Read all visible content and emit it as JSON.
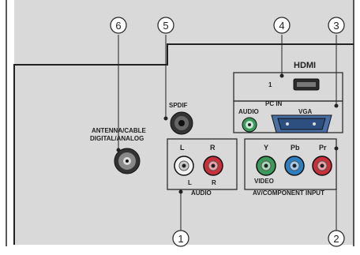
{
  "callouts": {
    "n1": "1",
    "n2": "2",
    "n3": "3",
    "n4": "4",
    "n5": "5",
    "n6": "6"
  },
  "labels": {
    "hdmi": "HDMI",
    "hdmi_port_number": "1",
    "pc_in": "PC IN",
    "audio": "AUDIO",
    "vga": "VGA",
    "spdif": "SPDIF",
    "antenna_line1": "ANTENNA/CABLE",
    "antenna_line2": "DIGITAL/ANALOG",
    "audio_l": "L",
    "audio_r": "R",
    "audio_l_bottom": "L",
    "audio_r_bottom": "R",
    "audio_bottom": "AUDIO",
    "y": "Y",
    "pb": "Pb",
    "pr": "Pr",
    "video": "VIDEO",
    "av_component_input": "AV/COMPONENT INPUT"
  },
  "colors": {
    "panel": "#dcdcdc",
    "outline": "#222222",
    "green": "#3a9a5b",
    "blue": "#2c7fc0",
    "red": "#c8303a",
    "vga_blue": "#4a6fa5"
  }
}
